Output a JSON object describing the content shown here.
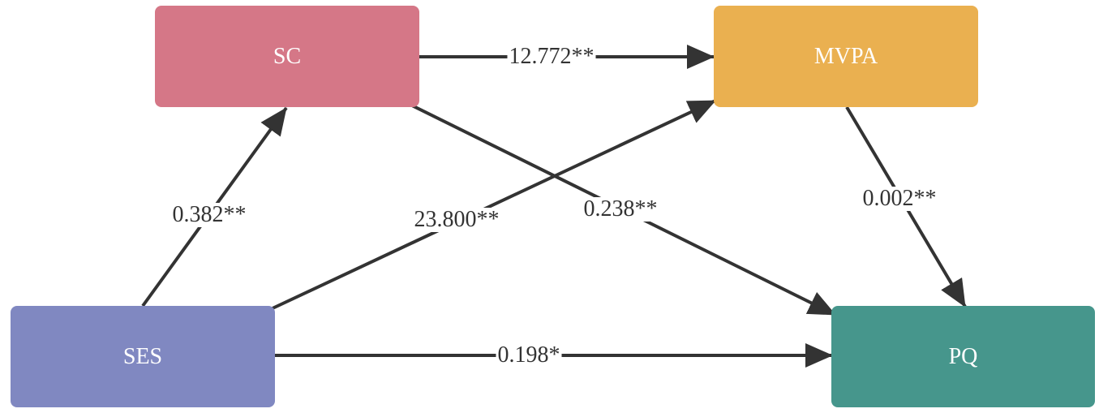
{
  "nodes": {
    "sc": {
      "label": "SC",
      "color": "#d57787"
    },
    "mvpa": {
      "label": "MVPA",
      "color": "#eab050"
    },
    "ses": {
      "label": "SES",
      "color": "#8088c1"
    },
    "pq": {
      "label": "PQ",
      "color": "#46968c"
    }
  },
  "edges": [
    {
      "from": "SES",
      "to": "SC",
      "label": "0.382**"
    },
    {
      "from": "SC",
      "to": "MVPA",
      "label": "12.772**"
    },
    {
      "from": "SES",
      "to": "MVPA",
      "label": "23.800**"
    },
    {
      "from": "SC",
      "to": "PQ",
      "label": "0.238**"
    },
    {
      "from": "MVPA",
      "to": "PQ",
      "label": "0.002**"
    },
    {
      "from": "SES",
      "to": "PQ",
      "label": "0.198*"
    }
  ],
  "colors": {
    "edge": "#333333",
    "background": "#ffffff"
  }
}
